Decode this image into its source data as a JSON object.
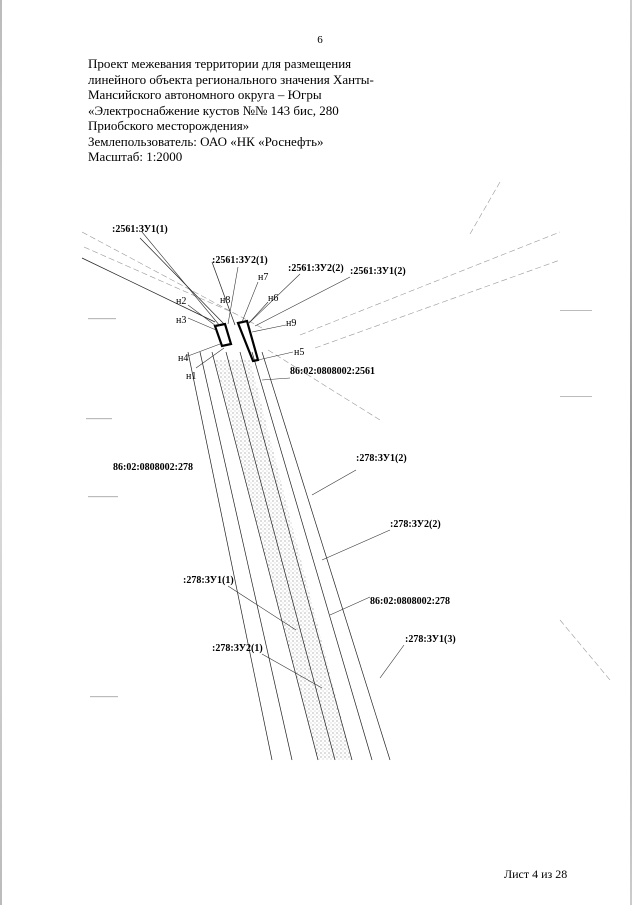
{
  "page": {
    "number": "6"
  },
  "header": {
    "lines": [
      "Проект межевания территории для размещения",
      "линейного объекта регионального значения Ханты-",
      "Мансийского автономного округа – Югры",
      "«Электроснабжение кустов №№ 143 бис, 280",
      "Приобского месторождения»",
      "Землепользователь: ОАО «НК «Роснефть»",
      "Масштаб: 1:2000"
    ]
  },
  "map": {
    "parcel_labels": {
      "zu2561_1": ":2561:ЗУ1(1)",
      "zu2561_2_1": ":2561:ЗУ2(1)",
      "zu2561_2_2": ":2561:ЗУ2(2)",
      "zu2561_1_2": ":2561:ЗУ1(2)",
      "cad2561": "86:02:0808002:2561",
      "cad278_left": "86:02:0808002:278",
      "zu278_1_2": ":278:ЗУ1(2)",
      "zu278_2_2": ":278:ЗУ2(2)",
      "zu278_1_1": ":278:ЗУ1(1)",
      "cad278_right": "86:02:0808002:278",
      "zu278_2_1": ":278:ЗУ2(1)",
      "zu278_1_3": ":278:ЗУ1(3)"
    },
    "points": {
      "n1": "н1",
      "n2": "н2",
      "n3": "н3",
      "n4": "н4",
      "n5": "н5",
      "n6": "н6",
      "n7": "н7",
      "n8": "н8",
      "n9": "н9"
    }
  },
  "footer": {
    "sheet": "Лист 4 из 28"
  }
}
